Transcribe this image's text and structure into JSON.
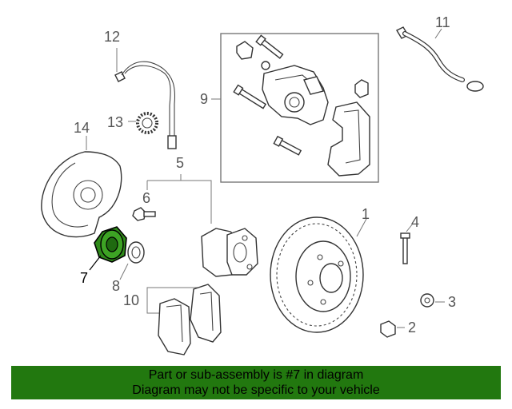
{
  "callouts": {
    "p1": "1",
    "p2": "2",
    "p3": "3",
    "p4": "4",
    "p5": "5",
    "p6": "6",
    "p7": "7",
    "p8": "8",
    "p9": "9",
    "p10": "10",
    "p11": "11",
    "p12": "12",
    "p13": "13",
    "p14": "14"
  },
  "banner": {
    "line1": "Part or sub-assembly is #7 in diagram",
    "line2": "Diagram may not be specific to your vehicle",
    "color": "#22780f"
  },
  "highlight_color": "#2f8a1a"
}
